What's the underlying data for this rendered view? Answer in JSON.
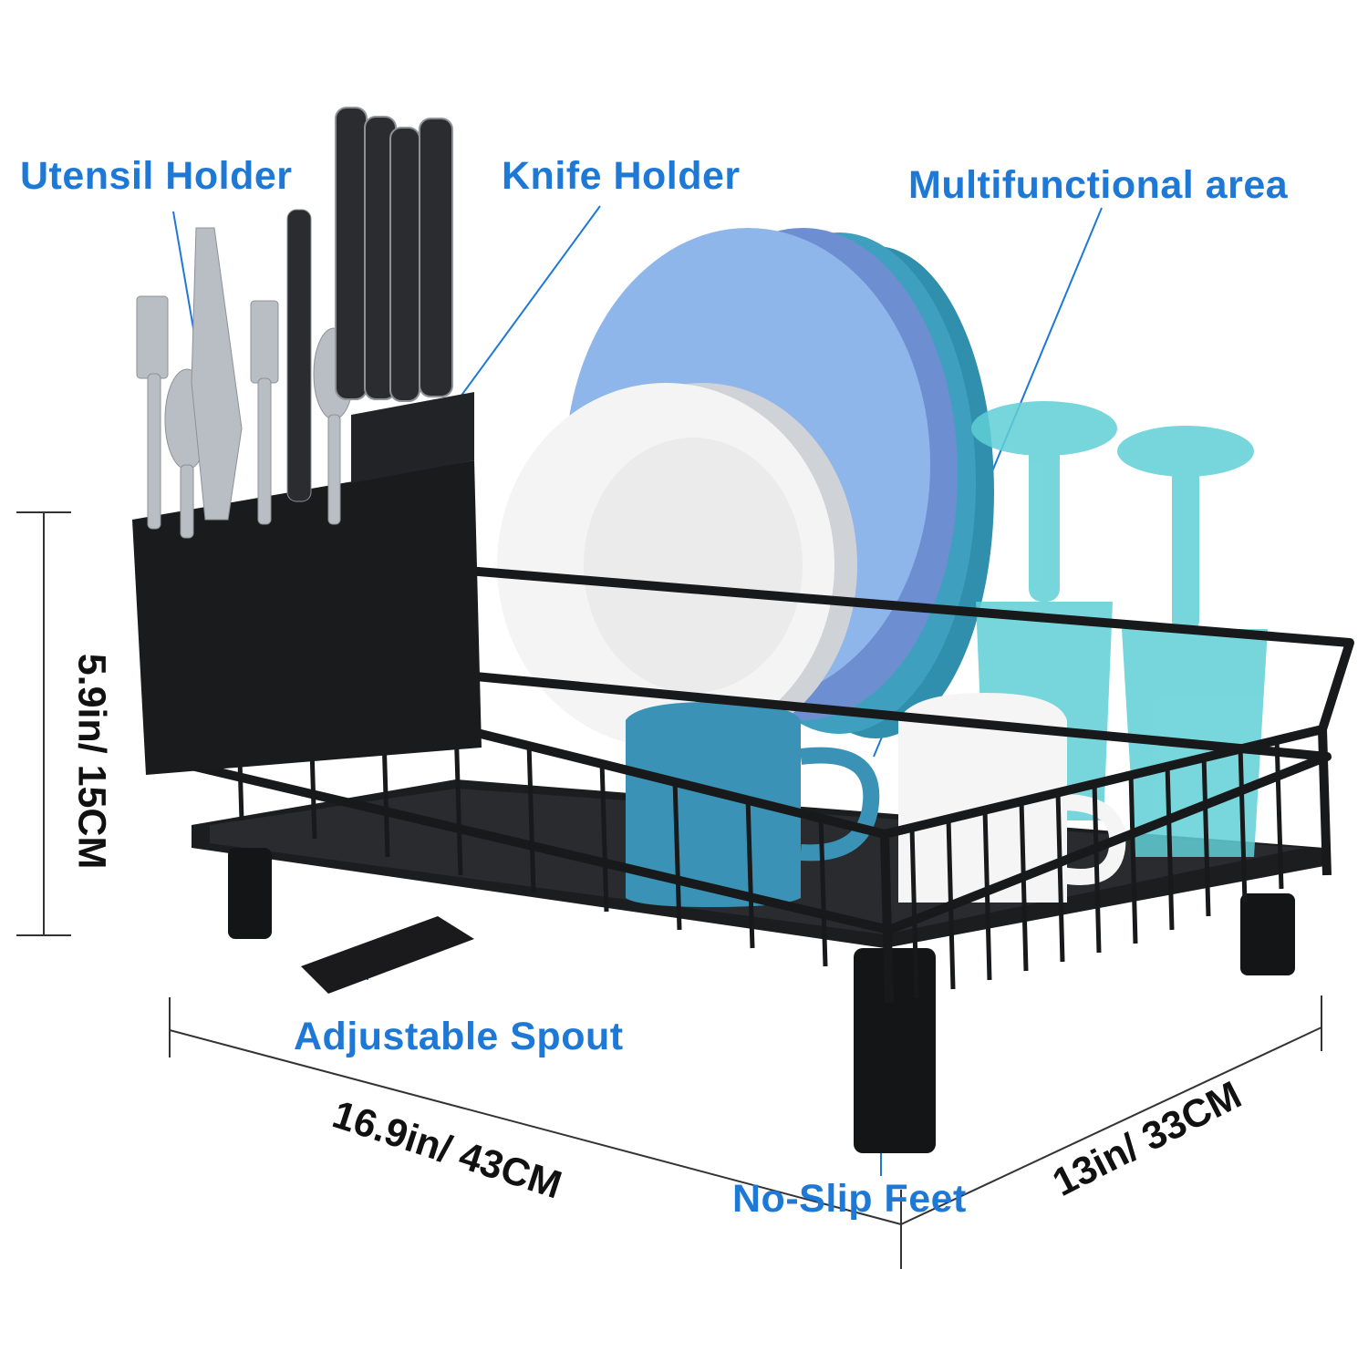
{
  "labels": {
    "utensil_holder": "Utensil Holder",
    "knife_holder": "Knife Holder",
    "multifunctional_area": "Multifunctional area",
    "adjustable_spout": "Adjustable Spout",
    "no_slip_feet": "No-Slip Feet"
  },
  "dimensions": {
    "height": "5.9in/ 15CM",
    "width": "16.9in/ 43CM",
    "depth": "13in/ 33CM"
  },
  "colors": {
    "callout_text": "#1e78d6",
    "dimension_text": "#111111",
    "rack_black": "#17181a",
    "plate_blue": "#8fb4e6",
    "plate_teal": "#3a9ab8",
    "plate_white": "#f2f2f2",
    "glass_aqua": "#5fd0d6"
  }
}
